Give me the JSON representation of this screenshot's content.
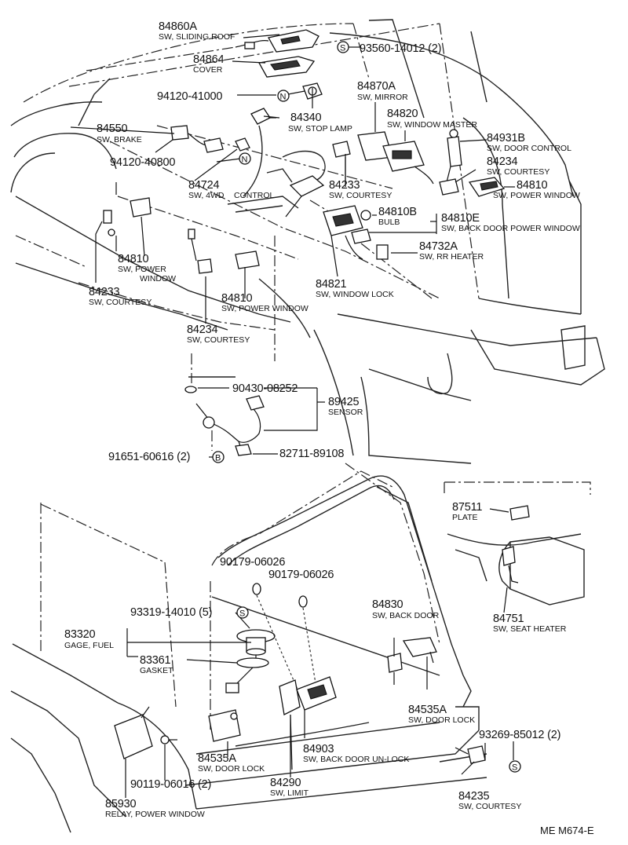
{
  "parts": [
    {
      "id": "p1",
      "number": "84860A",
      "desc": "SW, SLIDING ROOF"
    },
    {
      "id": "p2",
      "number": "84864",
      "desc": "COVER"
    },
    {
      "id": "p3",
      "number": "93560-14012 (2)",
      "desc": ""
    },
    {
      "id": "p4",
      "number": "94120-41000",
      "desc": ""
    },
    {
      "id": "p5",
      "number": "84870A",
      "desc": "SW, MIRROR"
    },
    {
      "id": "p6",
      "number": "84340",
      "desc": "SW, STOP LAMP"
    },
    {
      "id": "p7",
      "number": "84820",
      "desc": "SW, WINDOW MASTER"
    },
    {
      "id": "p8",
      "number": "84550",
      "desc": "SW, BRAKE"
    },
    {
      "id": "p9",
      "number": "84931B",
      "desc": "SW, DOOR CONTROL"
    },
    {
      "id": "p10",
      "number": "94120-40800",
      "desc": ""
    },
    {
      "id": "p11",
      "number": "84234",
      "desc": "SW, COURTESY"
    },
    {
      "id": "p12",
      "number": "84724",
      "desc": "SW, 4WD"
    },
    {
      "id": "p13",
      "number": "",
      "desc": "CONTROL"
    },
    {
      "id": "p14",
      "number": "84233",
      "desc": "SW, COURTESY"
    },
    {
      "id": "p15",
      "number": "84810",
      "desc": "SW, POWER WINDOW"
    },
    {
      "id": "p16",
      "number": "84810B",
      "desc": "BULB"
    },
    {
      "id": "p17",
      "number": "84810E",
      "desc": "SW, BACK DOOR POWER WINDOW"
    },
    {
      "id": "p18",
      "number": "84732A",
      "desc": "SW, RR HEATER"
    },
    {
      "id": "p19",
      "number": "84810",
      "desc": "SW, POWER"
    },
    {
      "id": "p20",
      "number": "",
      "desc": "WINDOW"
    },
    {
      "id": "p21",
      "number": "84821",
      "desc": "SW, WINDOW LOCK"
    },
    {
      "id": "p22",
      "number": "84233",
      "desc": "SW, COURTESY"
    },
    {
      "id": "p23",
      "number": "84810",
      "desc": "SW, POWER WINDOW"
    },
    {
      "id": "p24",
      "number": "84234",
      "desc": "SW, COURTESY"
    },
    {
      "id": "p25",
      "number": "90430-08252",
      "desc": ""
    },
    {
      "id": "p26",
      "number": "89425",
      "desc": "SENSOR"
    },
    {
      "id": "p27",
      "number": "91651-60616 (2)",
      "desc": ""
    },
    {
      "id": "p28",
      "number": "82711-89108",
      "desc": ""
    },
    {
      "id": "p29",
      "number": "87511",
      "desc": "PLATE"
    },
    {
      "id": "p30",
      "number": "90179-06026",
      "desc": ""
    },
    {
      "id": "p31",
      "number": "90179-06026",
      "desc": ""
    },
    {
      "id": "p32",
      "number": "93319-14010 (5)",
      "desc": ""
    },
    {
      "id": "p33",
      "number": "84830",
      "desc": "SW, BACK DOOR"
    },
    {
      "id": "p34",
      "number": "83320",
      "desc": "GAGE, FUEL"
    },
    {
      "id": "p35",
      "number": "83361",
      "desc": "GASKET"
    },
    {
      "id": "p36",
      "number": "84751",
      "desc": "SW, SEAT HEATER"
    },
    {
      "id": "p37",
      "number": "84535A",
      "desc": "SW, DOOR LOCK"
    },
    {
      "id": "p38",
      "number": "93269-85012 (2)",
      "desc": ""
    },
    {
      "id": "p39",
      "number": "84903",
      "desc": "SW, BACK DOOR UN-LOCK"
    },
    {
      "id": "p40",
      "number": "84535A",
      "desc": "SW, DOOR LOCK"
    },
    {
      "id": "p41",
      "number": "90119-06016 (2)",
      "desc": ""
    },
    {
      "id": "p42",
      "number": "84290",
      "desc": "SW, LIMIT"
    },
    {
      "id": "p43",
      "number": "85930",
      "desc": "RELAY, POWER WINDOW"
    },
    {
      "id": "p44",
      "number": "84235",
      "desc": "SW, COURTESY"
    }
  ],
  "symbols": {
    "s": "S",
    "n": "N",
    "b": "B"
  },
  "footer": {
    "code": "ME M674-E"
  }
}
